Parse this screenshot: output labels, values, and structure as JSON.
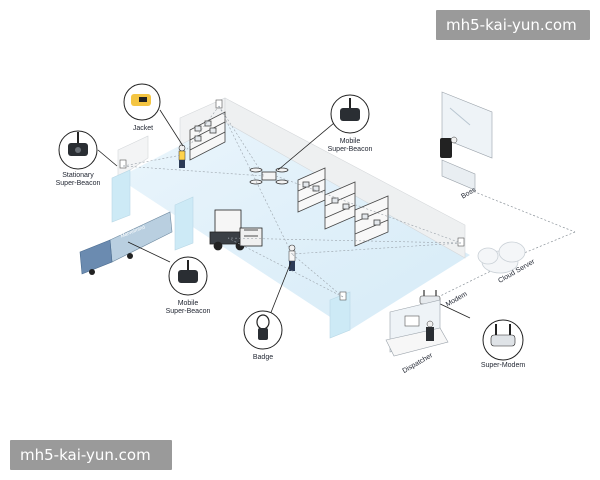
{
  "watermark_top": "mh5-kai-yun.com",
  "watermark_bottom": "mh5-kai-yun.com",
  "labels": {
    "jacket": "Jacket",
    "stationary_beacon": "Stationary\nSuper-Beacon",
    "mobile_beacon_top": "Mobile\nSuper-Beacon",
    "mobile_beacon_bottom": "Mobile\nSuper-Beacon",
    "badge": "Badge",
    "boss": "Boss",
    "cloud_server": "Cloud Server",
    "modem": "Modem",
    "dispatcher": "Dispatcher",
    "super_modem": "Super-Modem",
    "truck_brand": "Marvelmind"
  },
  "colors": {
    "floor": "#e3f1fb",
    "wall": "#f2f3f4",
    "wall_shadow": "#d5d8db",
    "glass": "#cfeaf6",
    "outline": "#222222",
    "dash": "#9aa2aa",
    "accent": "#1e3a6a"
  }
}
